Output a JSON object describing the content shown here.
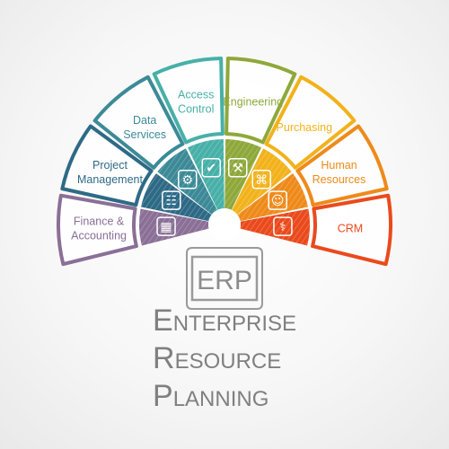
{
  "diagram": {
    "segments": [
      {
        "id": "finance",
        "lines": [
          "Finance &",
          "Accounting"
        ],
        "color": "#8a6f96",
        "icon": "calculator-icon"
      },
      {
        "id": "project",
        "lines": [
          "Project",
          "Management"
        ],
        "color": "#2e6a86",
        "icon": "org-chart-icon"
      },
      {
        "id": "data",
        "lines": [
          "Data",
          "Services"
        ],
        "color": "#3c8a97",
        "icon": "database-gear-icon"
      },
      {
        "id": "access",
        "lines": [
          "Access",
          "Control"
        ],
        "color": "#47b0a8",
        "icon": "database-check-icon"
      },
      {
        "id": "engineering",
        "lines": [
          "Engineering"
        ],
        "color": "#8ea83a",
        "icon": "tools-icon"
      },
      {
        "id": "purchasing",
        "lines": [
          "Purchasing"
        ],
        "color": "#f2b21c",
        "icon": "shopping-cart-icon"
      },
      {
        "id": "hr",
        "lines": [
          "Human",
          "Resources"
        ],
        "color": "#ee8a1a",
        "icon": "people-icon"
      },
      {
        "id": "crm",
        "lines": [
          "CRM"
        ],
        "color": "#ea4a1c",
        "icon": "handshake-icon"
      }
    ],
    "center_badge": "ERP",
    "title_lines": [
      {
        "cap": "E",
        "rest": "NTERPRISE"
      },
      {
        "cap": "R",
        "rest": "ESOURCE"
      },
      {
        "cap": "P",
        "rest": "LANNING"
      }
    ]
  }
}
